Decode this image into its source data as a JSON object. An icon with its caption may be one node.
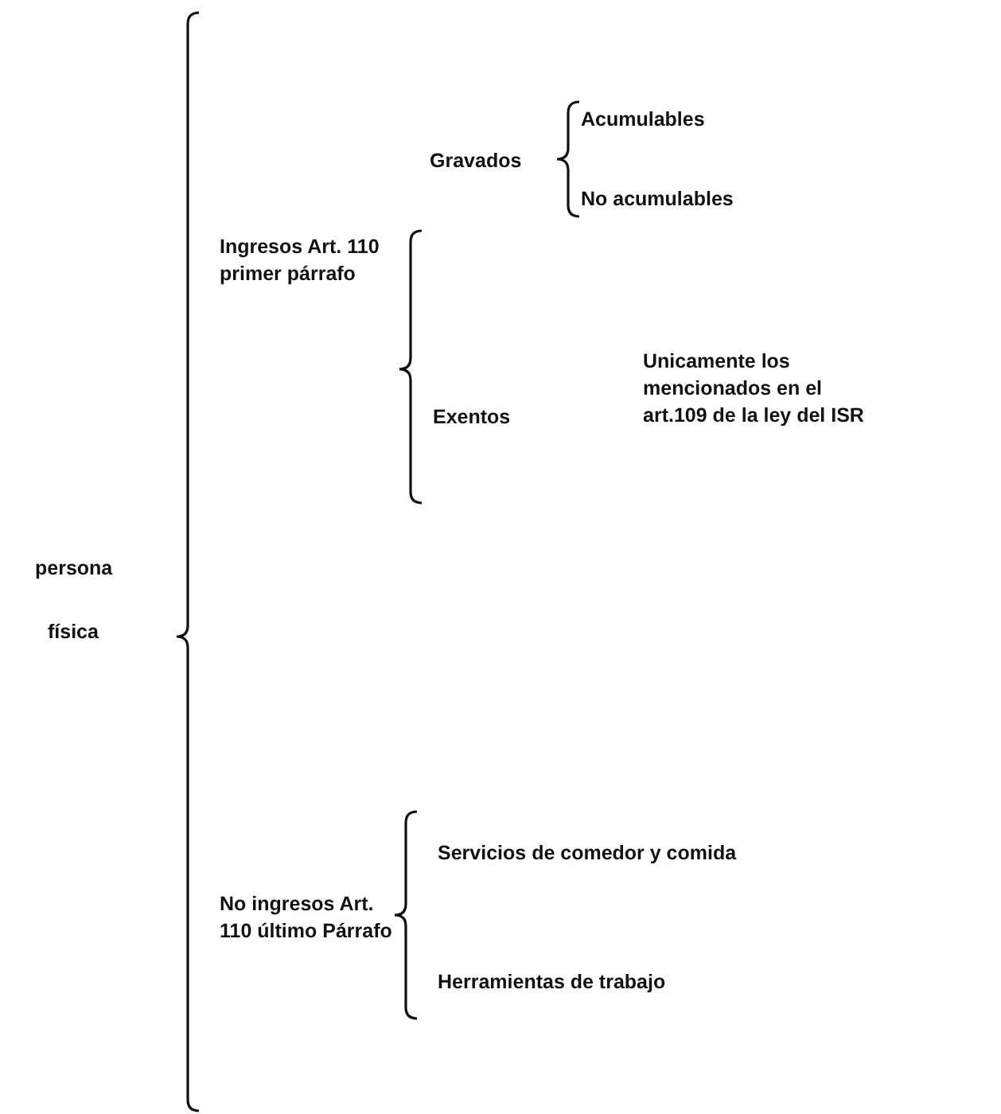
{
  "diagram": {
    "labels": [
      "Acumulables",
      "Gravados",
      "No acumulables",
      "Ingresos Art. 110 primer párrafo",
      "Unicamente los mencionados en el art.109 de la ley del ISR",
      "Exentos",
      "persona",
      "física",
      "Servicios de comedor y comida",
      "No ingresos Art. 110 último Párrafo",
      "Herramientas de trabajo"
    ]
  }
}
